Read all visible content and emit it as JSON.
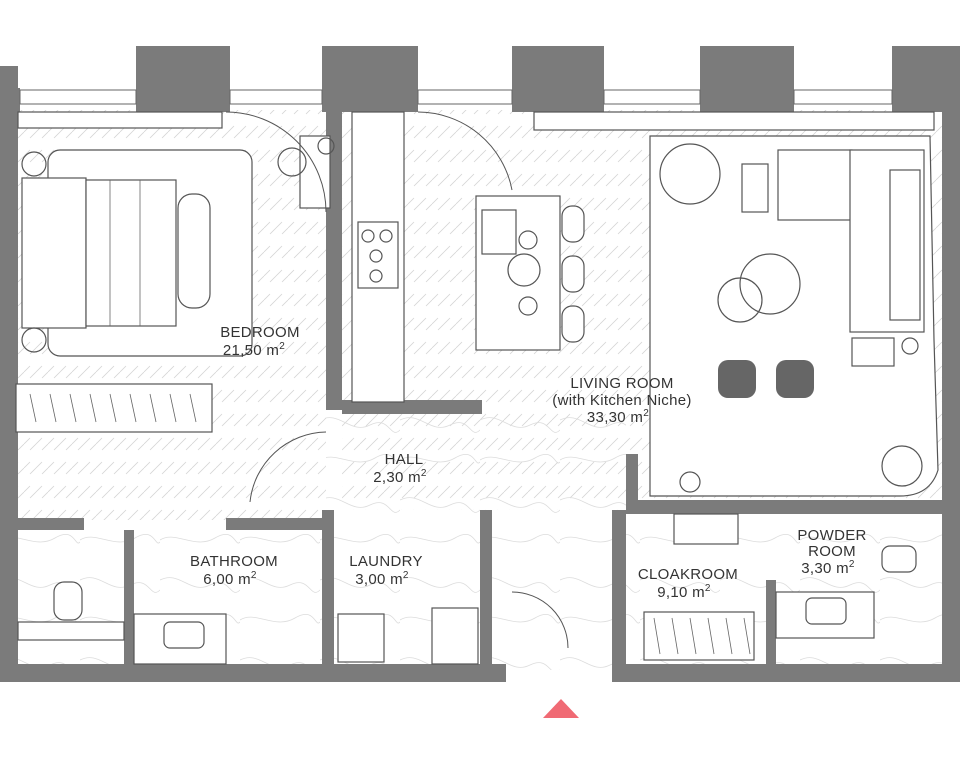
{
  "rooms": {
    "bedroom": {
      "name": "BEDROOM",
      "area": "21,50 m",
      "sup": "2"
    },
    "living": {
      "name": "LIVING ROOM",
      "subtitle": "(with Kitchen Niche)",
      "area": "33,30 m",
      "sup": "2"
    },
    "hall": {
      "name": "HALL",
      "area": "2,30 m",
      "sup": "2"
    },
    "bathroom": {
      "name": "BATHROOM",
      "area": "6,00 m",
      "sup": "2"
    },
    "laundry": {
      "name": "LAUNDRY",
      "area": "3,00 m",
      "sup": "2"
    },
    "cloakroom": {
      "name": "CLOAKROOM",
      "area": "9,10 m",
      "sup": "2"
    },
    "powder": {
      "name": "POWDER",
      "name2": "ROOM",
      "area": "3,30 m",
      "sup": "2"
    }
  },
  "colors": {
    "wall": "#7b7b7b",
    "entrance_marker": "#f06a74"
  },
  "icons": {
    "entrance": "triangle-up-icon"
  }
}
